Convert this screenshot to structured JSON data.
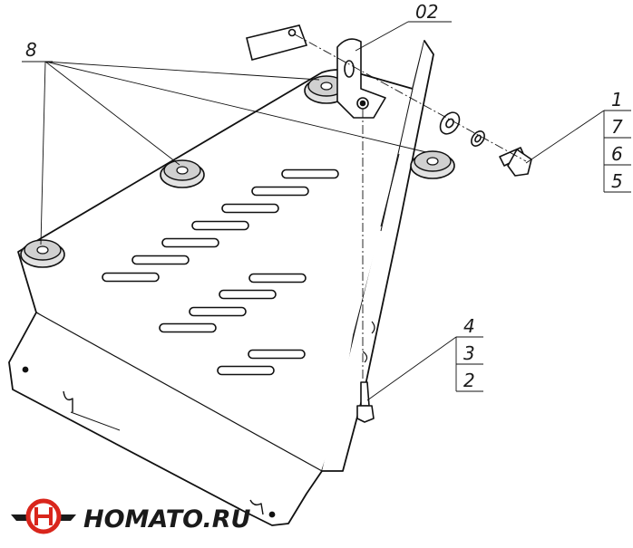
{
  "callouts": {
    "c8": "8",
    "c02": "02",
    "stack_upper": [
      "1",
      "7",
      "6",
      "5"
    ],
    "stack_lower": [
      "4",
      "3",
      "2"
    ]
  },
  "logo": {
    "text": "HOMATO.RU",
    "accent_color": "#d9261c",
    "dark_color": "#1a1a1a"
  }
}
